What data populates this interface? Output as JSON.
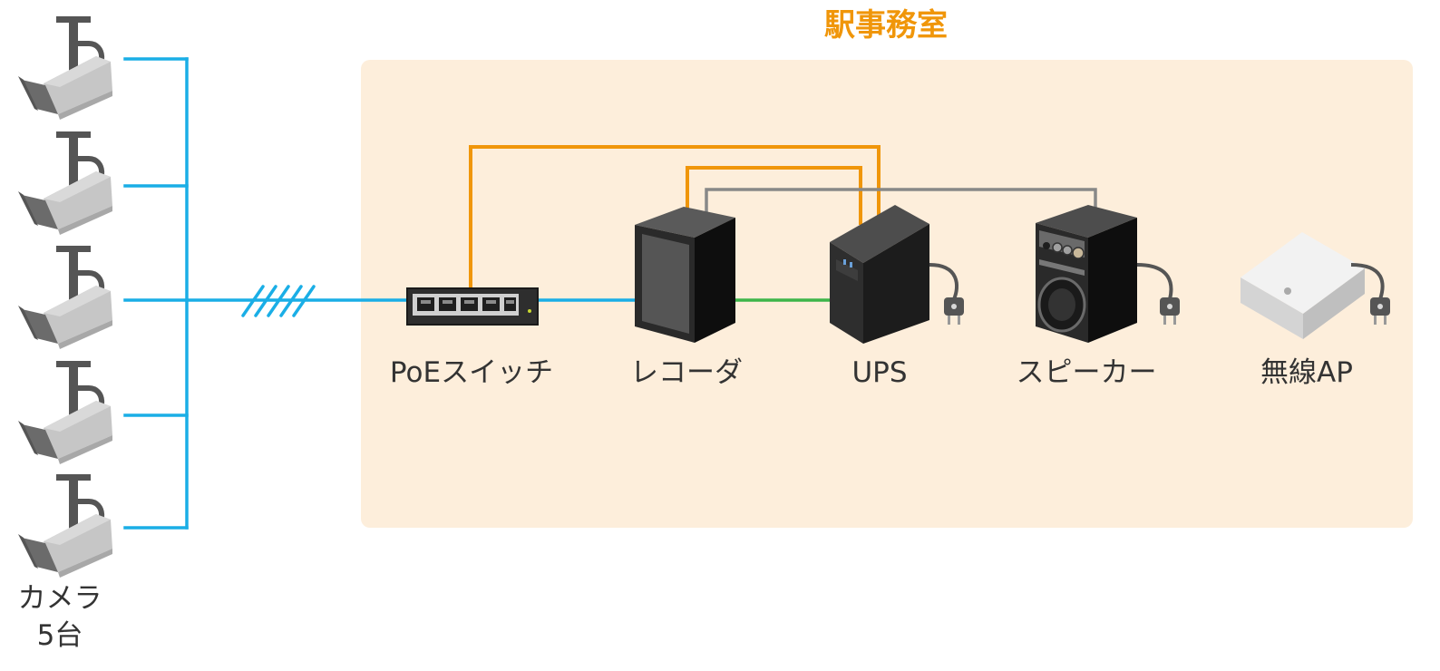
{
  "room": {
    "title": "駅事務室"
  },
  "cameras": {
    "label_line1": "カメラ",
    "label_line2": "5台",
    "count": 5
  },
  "devices": {
    "poe_switch": "PoEスイッチ",
    "recorder": "レコーダ",
    "ups": "UPS",
    "speaker": "スピーカー",
    "wireless_ap": "無線AP"
  },
  "colors": {
    "room_background": "#fdeedb",
    "room_title": "#f0960a",
    "lan_cable": "#1aaee6",
    "power_cable": "#f0960a",
    "audio_cable": "#888888",
    "recorder_to_ups_cable": "#3db549",
    "label_text": "#333333"
  }
}
